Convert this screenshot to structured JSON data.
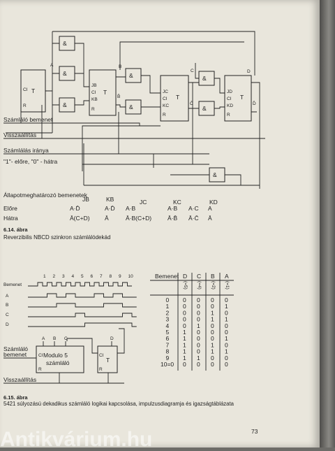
{
  "fig1": {
    "ff_labels": [
      "T",
      "T",
      "T",
      "T"
    ],
    "pin_a": [
      "CI",
      "R"
    ],
    "pin_b": [
      "JB",
      "CI",
      "KB",
      "R"
    ],
    "pin_c": [
      "JC",
      "CI",
      "KC",
      "R"
    ],
    "pin_d": [
      "JD",
      "CI",
      "KD",
      "R"
    ],
    "outputs": [
      "A",
      "B",
      "C",
      "D"
    ],
    "inv_outputs": [
      "B̄",
      "C̄",
      "D̄"
    ],
    "gate_symbol": "&",
    "inputs": [
      "Számláló bemenet",
      "Visszaállítás",
      "Számlálás iránya",
      "\"1\"- előre, \"0\" - hátra"
    ],
    "table_title": "Állapotmeghatározó bemenetek",
    "table_cols": [
      "JB",
      "KB",
      "JC",
      "KC",
      "KD"
    ],
    "row1_label": "Előre",
    "row1": [
      "A·D̄",
      "A·D̄",
      "A·B",
      "A·B",
      "A·C",
      "A"
    ],
    "row2_label": "Hátra",
    "row2": [
      "Ā(C+D)",
      "Ā",
      "Ā·B(C+D)",
      "Ā·B̄",
      "Ā·C̄",
      "Ā"
    ],
    "fig_no": "6.14. ábra",
    "caption": "Reverzibilis NBCD szinkron számlálódekád"
  },
  "fig2": {
    "pulse_numbers": [
      "1",
      "2",
      "3",
      "4",
      "5",
      "6",
      "7",
      "8",
      "9",
      "10"
    ],
    "timing_labels": [
      "Bemenet",
      "A",
      "B",
      "C",
      "D"
    ],
    "table_header": [
      "Bemenet",
      "D",
      "C",
      "B",
      "A"
    ],
    "weights": [
      "(=5)",
      "(=4)",
      "(=2)",
      "(=1)"
    ],
    "rows": [
      [
        "0",
        "0",
        "0",
        "0",
        "0"
      ],
      [
        "1",
        "0",
        "0",
        "0",
        "1"
      ],
      [
        "2",
        "0",
        "0",
        "1",
        "0"
      ],
      [
        "3",
        "0",
        "0",
        "1",
        "1"
      ],
      [
        "4",
        "0",
        "1",
        "0",
        "0"
      ],
      [
        "5",
        "1",
        "0",
        "0",
        "0"
      ],
      [
        "6",
        "1",
        "0",
        "0",
        "1"
      ],
      [
        "7",
        "1",
        "0",
        "1",
        "0"
      ],
      [
        "8",
        "1",
        "0",
        "1",
        "1"
      ],
      [
        "9",
        "1",
        "1",
        "0",
        "0"
      ],
      [
        "10=0",
        "0",
        "0",
        "0",
        "0"
      ]
    ],
    "block_pins": [
      "A",
      "B",
      "C",
      "D"
    ],
    "block_label": [
      "Modulo 5",
      "számláló"
    ],
    "block_ci": "CI",
    "block_r": "R",
    "ff_pins": [
      "CI",
      "R"
    ],
    "ff_label": "T",
    "inputs": [
      "Számláló",
      "bemenet",
      "Visszaállítás"
    ],
    "fig_no": "6.15. ábra",
    "caption": "5421 súlyozású dekadikus számláló logikai kapcsolása, impulzusdiagramja és igazságtáblázata"
  },
  "page_number": "73",
  "watermark": "Antikvárium.hu"
}
